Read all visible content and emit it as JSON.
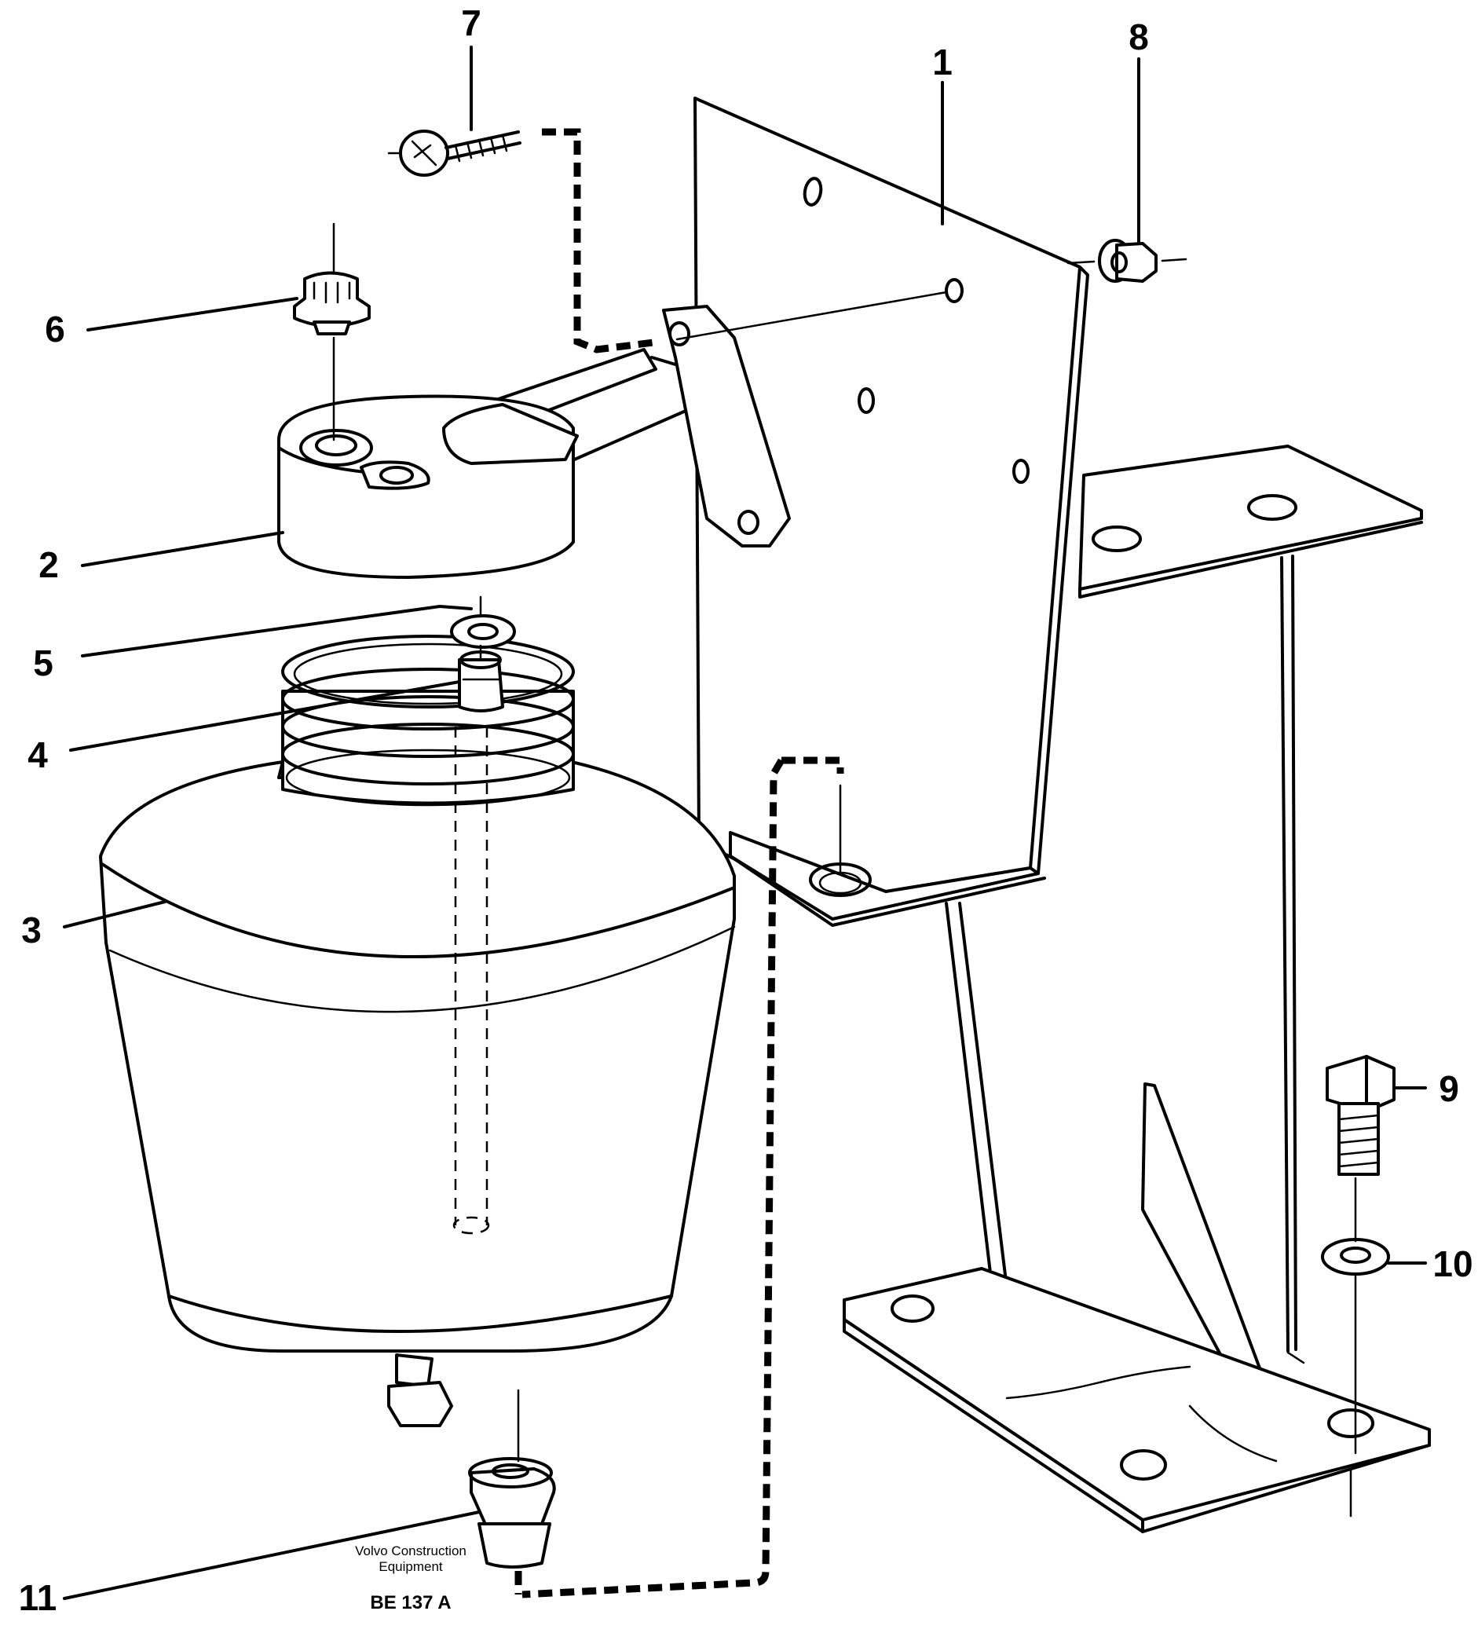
{
  "callouts": {
    "c1": "1",
    "c2": "2",
    "c3": "3",
    "c4": "4",
    "c5": "5",
    "c6": "6",
    "c7": "7",
    "c8": "8",
    "c9": "9",
    "c10": "10",
    "c11": "11"
  },
  "footer": {
    "manufacturer_line1": "Volvo Construction",
    "manufacturer_line2": "Equipment",
    "figure_code": "BE 137 A"
  }
}
